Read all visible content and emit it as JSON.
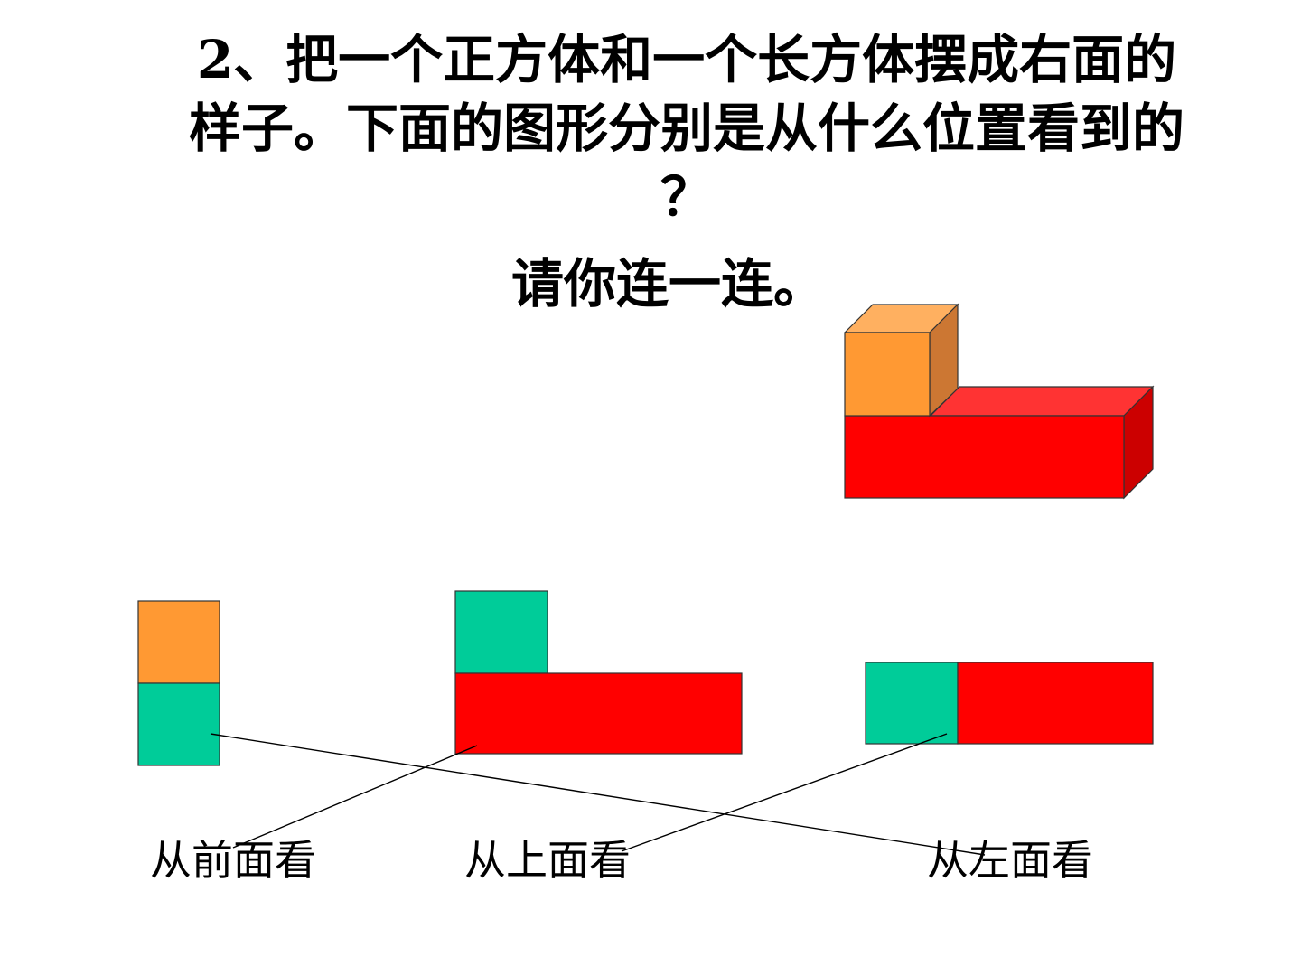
{
  "question": {
    "line1": "2、把一个正方体和一个长方体摆成右面的",
    "line2": "样子。下面的图形分别是从什么位置看到的",
    "line3": "？"
  },
  "instruction": "请你连一连。",
  "views": {
    "front_label": "从前面看",
    "top_label": "从上面看",
    "left_label": "从左面看"
  },
  "colors": {
    "cube_orange": "#FF9933",
    "cube_side": "#CC7733",
    "cuboid_red": "#FF0000",
    "cuboid_top": "#FF3333",
    "cuboid_side": "#CC0000",
    "view_green": "#00CC99"
  },
  "connections": [
    {
      "from": "figure-1",
      "to": "从左面看"
    },
    {
      "from": "figure-2",
      "to": "从前面看"
    },
    {
      "from": "figure-3",
      "to": "从上面看"
    }
  ]
}
